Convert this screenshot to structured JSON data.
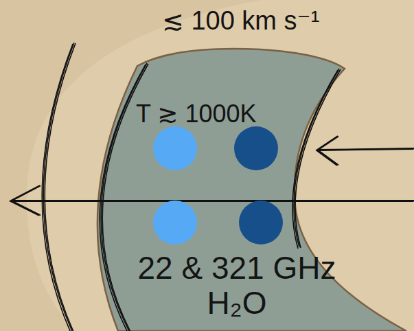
{
  "diagram": {
    "nodes": [
      {
        "text": [
          "T ≳ 1000K",
          "22 & 321 GHz H₂O"
        ]
      }
    ],
    "labels": [
      "≲ 100 km s⁻¹"
    ]
  }
}
